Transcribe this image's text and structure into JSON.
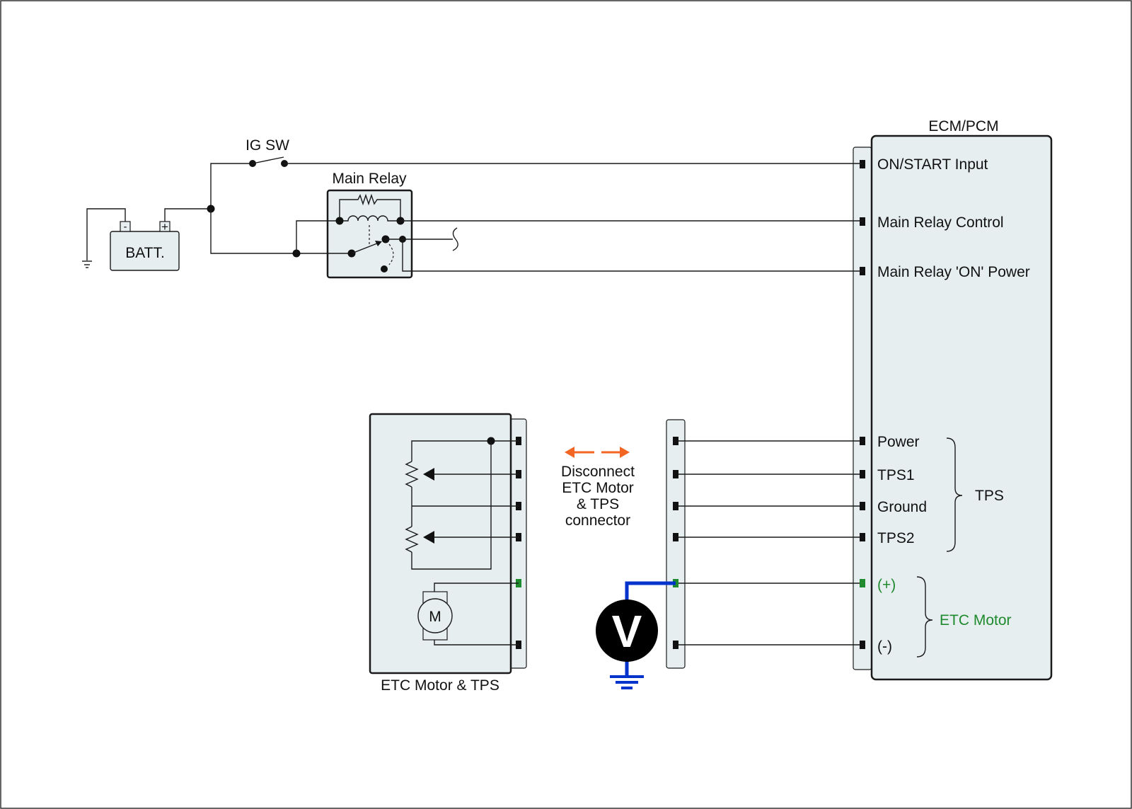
{
  "labels": {
    "ig_sw": "IG SW",
    "main_relay": "Main Relay",
    "battery": "BATT.",
    "battery_neg": "-",
    "battery_pos": "+",
    "ecm": "ECM/PCM",
    "etc_box": "ETC Motor & TPS",
    "motor_symbol": "M",
    "voltmeter_symbol": "V",
    "instruction": [
      "Disconnect",
      "ETC Motor",
      "& TPS",
      "connector"
    ]
  },
  "ecm_pins": [
    "ON/START Input",
    "Main Relay Control",
    "Main Relay 'ON' Power",
    "Power",
    "TPS1",
    "Ground",
    "TPS2",
    "(+)",
    "(-)"
  ],
  "groups": {
    "tps": "TPS",
    "etc_motor": "ETC Motor"
  },
  "colors": {
    "probe_wire": "#0033cc",
    "highlight_pin": "#1f8a2e",
    "highlight_text": "#1f8a2e",
    "arrow": "#f26522",
    "panel_fill": "#e6eeef"
  }
}
